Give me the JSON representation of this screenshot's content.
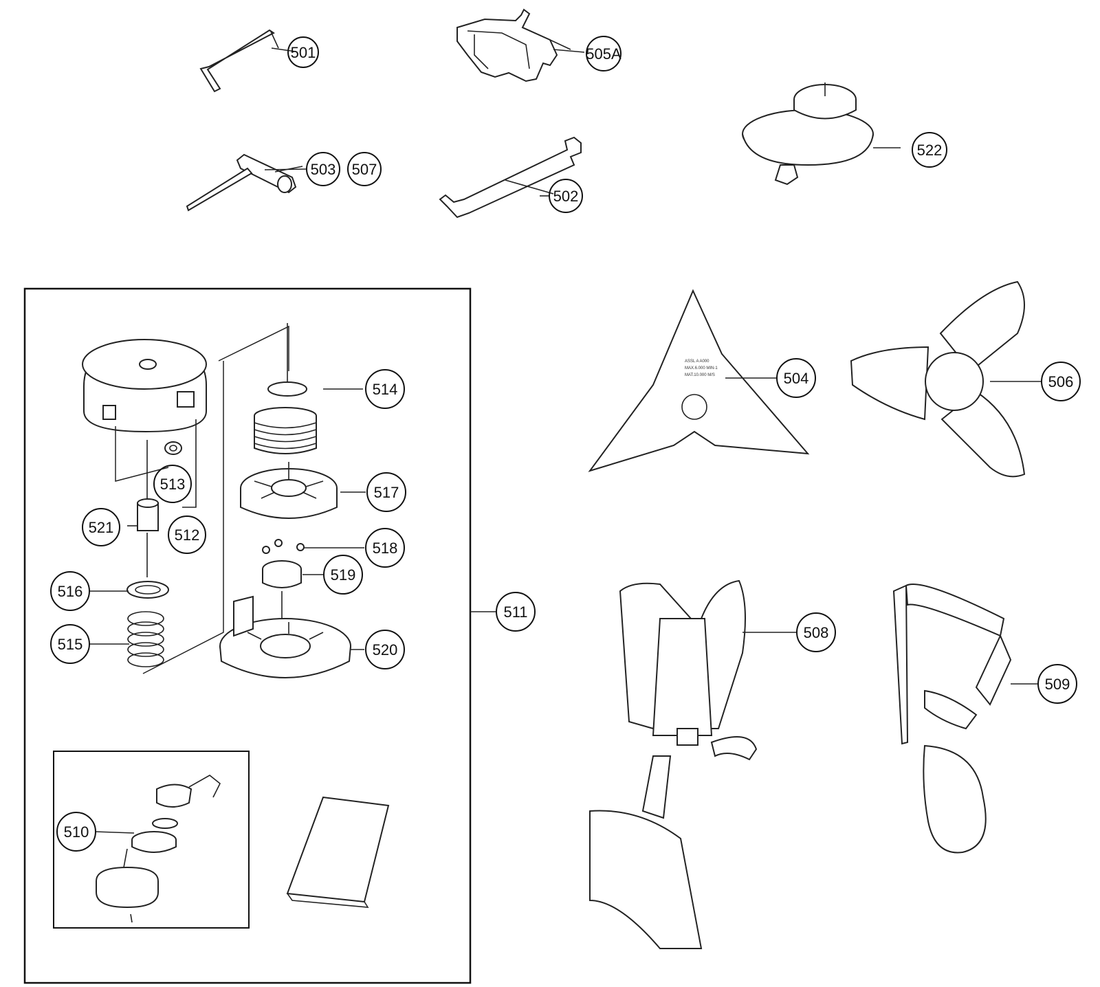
{
  "callouts": {
    "501": "501",
    "505A": "505A",
    "503": "503",
    "507": "507",
    "502": "502",
    "522": "522",
    "514": "514",
    "517": "517",
    "513": "513",
    "512": "512",
    "521": "521",
    "518": "518",
    "519": "519",
    "516": "516",
    "511": "511",
    "515": "515",
    "520": "520",
    "510": "510",
    "504": "504",
    "506": "506",
    "508": "508",
    "509": "509"
  },
  "blade_marking": [
    "ASSL  A  A000",
    "MAX.6.000 MIN-1",
    "MAT.10.000 M/S"
  ]
}
